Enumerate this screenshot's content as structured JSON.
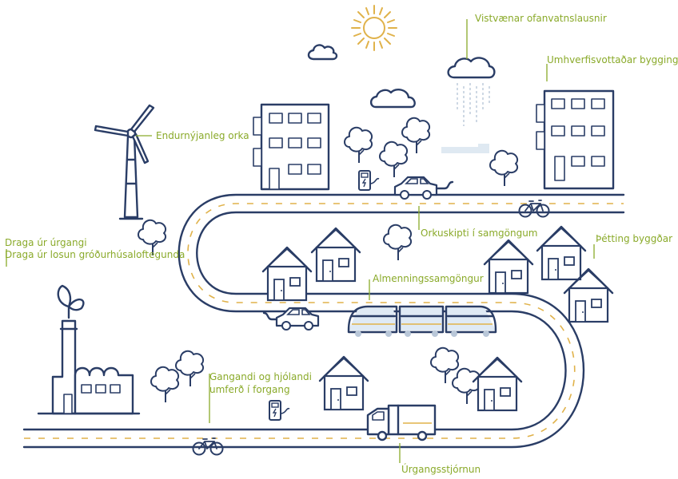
{
  "labels": {
    "rain_solutions": "Vistvænar ofanvatnslausnir",
    "green_buildings": "Umhverfisvottaðar byggingar",
    "renewable_energy": "Endurnýjanleg orka",
    "energy_transition": "Orkuskipti í samgöngum",
    "densification": "Þétting byggðar",
    "waste_reduction_1": "Draga úr úrgangi",
    "waste_reduction_2": "Draga úr losun gróðurhúsaloftegunda",
    "public_transport": "Almenningssamgöngur",
    "walking_cycling_1": "Gangandi og hjólandi",
    "walking_cycling_2": "umferð í forgang",
    "waste_management": "Úrgangsstjórnun"
  },
  "colors": {
    "ink": "#2a3d66",
    "label": "#8aaa2a",
    "road_dash": "#e0b24a",
    "sun": "#e0b24a",
    "train_tint": "#dfeaf5",
    "rain_cloud": "#dfe9f2"
  },
  "icons": [
    "sun-icon",
    "cloud-icon",
    "rain-cloud-icon",
    "wind-turbine-icon",
    "factory-icon",
    "leaf-icon",
    "house-icon",
    "apartment-building-icon",
    "tree-icon",
    "car-icon",
    "charging-station-icon",
    "bicycle-icon",
    "train-icon",
    "garbage-truck-icon"
  ]
}
